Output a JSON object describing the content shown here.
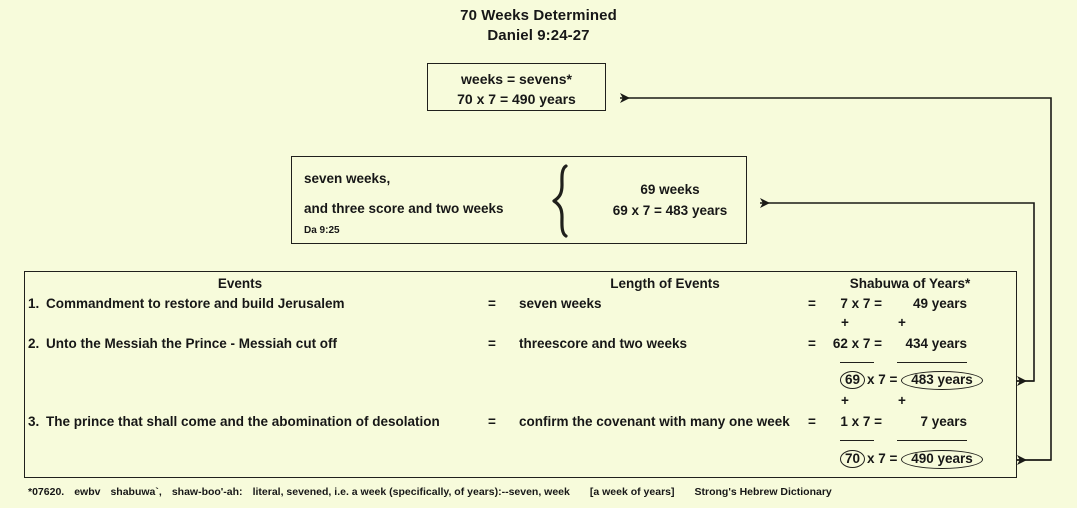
{
  "title": {
    "line1": "70 Weeks Determined",
    "line2": "Daniel 9:24-27"
  },
  "colors": {
    "background": "#f7fbdb",
    "ink": "#20201c"
  },
  "box_weeks": {
    "line1": "weeks = sevens*",
    "line2": "70 x 7 = 490 years"
  },
  "box_69": {
    "left_line1": "seven weeks,",
    "left_line2": "and three score and two weeks",
    "reference": "Da 9:25",
    "brace": "}",
    "right_line1": "69 weeks",
    "right_line2": "69 x 7 = 483 years"
  },
  "table": {
    "headers": {
      "events": "Events",
      "length": "Length of Events",
      "shabuwa": "Shabuwa of Years*"
    },
    "rows": [
      {
        "number": "1.",
        "event": "Commandment to restore and build Jerusalem",
        "equals": "=",
        "length": "seven weeks",
        "sh_equals": "=",
        "sh_mult": "7 x 7 =",
        "sh_result": "49 years"
      },
      {
        "number": "2.",
        "event": "Unto the Messiah the Prince - Messiah cut off",
        "equals": "=",
        "length": "threescore and two weeks",
        "sh_equals": "=",
        "sh_mult": "62 x 7 =",
        "sh_result": "434 years"
      },
      {
        "number": "3.",
        "event": "The prince that shall come and the abomination of desolation",
        "equals": "=",
        "length": "confirm the covenant with many one week",
        "sh_equals": "=",
        "sh_mult": "1 x 7 =",
        "sh_result": "7 years"
      }
    ],
    "plus_sign": "+",
    "subtotal": {
      "weeks": "69",
      "x7": "x 7 =",
      "years": "483 years"
    },
    "total": {
      "weeks": "70",
      "x7": "x 7 =",
      "years": "490 years"
    }
  },
  "footnote": {
    "strongs_number": "*07620.",
    "hebrew": "ewbv",
    "transliteration": "shabuwa`,",
    "pronunciation": "shaw-boo'-ah:",
    "definition": "literal, sevened, i.e. a week (specifically, of years):--seven, week",
    "bracket": "[a week of years]",
    "source": "Strong's Hebrew Dictionary"
  },
  "connectors": {
    "arrow_to_weeks_box": "arrow pointing left into weeks=sevens box",
    "arrow_to_69_box": "arrow pointing left into 69 weeks box",
    "arrow_from_483": "arrow pointing left at 483 years subtotal",
    "arrow_from_490": "arrow pointing left at 490 years total"
  }
}
